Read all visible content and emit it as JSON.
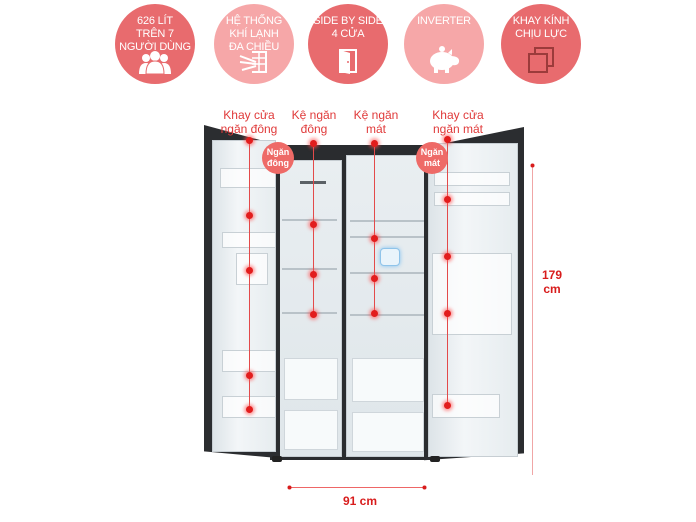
{
  "features": [
    {
      "id": "capacity",
      "lines": [
        "626 LÍT",
        "TRÊN 7",
        "NGƯỜI DÙNG"
      ],
      "icon": "people-icon",
      "tone": "dark"
    },
    {
      "id": "airflow",
      "lines": [
        "HỆ THỐNG",
        "KHÍ LẠNH",
        "ĐA CHIỀU"
      ],
      "icon": "airflow-icon",
      "tone": "light"
    },
    {
      "id": "doors",
      "lines": [
        "SIDE BY SIDE",
        "4 CỬA"
      ],
      "icon": "door-icon",
      "tone": "dark"
    },
    {
      "id": "inverter",
      "lines": [
        "INVERTER"
      ],
      "icon": "piggy-bank-icon",
      "tone": "light"
    },
    {
      "id": "glass",
      "lines": [
        "KHAY KÍNH",
        "CHỊU LỰC"
      ],
      "icon": "glass-tray-icon",
      "tone": "dark"
    }
  ],
  "callouts": [
    {
      "id": "freezer-door-tray",
      "lines": [
        "Khay cửa",
        "ngăn đông"
      ]
    },
    {
      "id": "freezer-shelf",
      "lines": [
        "Kệ ngăn",
        "đông"
      ]
    },
    {
      "id": "fridge-shelf",
      "lines": [
        "Kệ ngăn",
        "mát"
      ]
    },
    {
      "id": "fridge-door-tray",
      "lines": [
        "Khay cửa",
        "ngăn mát"
      ]
    }
  ],
  "compartment_tags": [
    {
      "id": "freezer",
      "lines": [
        "Ngăn",
        "đông"
      ]
    },
    {
      "id": "fridge",
      "lines": [
        "Ngăn",
        "mát"
      ]
    }
  ],
  "dimensions": {
    "height": {
      "value": "179",
      "unit": "cm"
    },
    "width": {
      "text": "91 cm"
    }
  },
  "colors": {
    "badge_dark": "#e86b6e",
    "badge_light": "#f6a7a8",
    "callout_text": "#e03a3a",
    "dimension_text": "#d81c1c"
  }
}
